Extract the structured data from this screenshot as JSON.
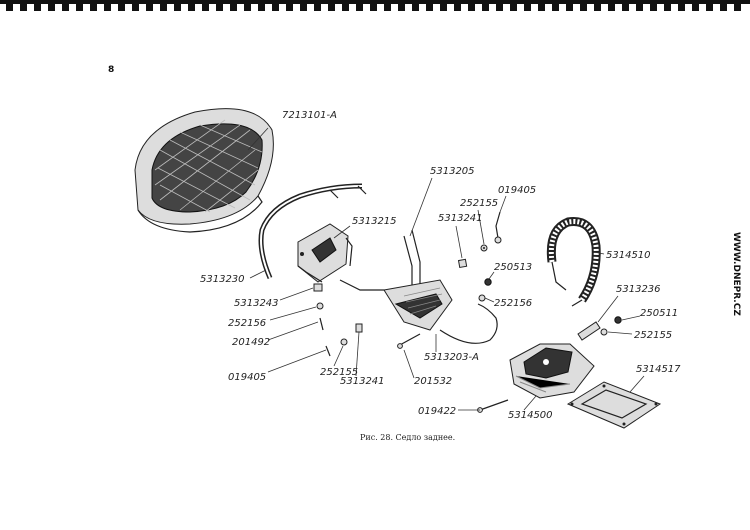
{
  "page_number": "8",
  "caption": "Рис. 28. Седло заднее.",
  "watermark": "WWW.DNEPR.CZ",
  "parts": [
    {
      "id": "saddle",
      "number": "7213101-А"
    },
    {
      "id": "rear-handle",
      "number": "5313230"
    },
    {
      "id": "bracket",
      "number": "5313215"
    },
    {
      "id": "frame-upper",
      "number": "5313205"
    },
    {
      "id": "bolt-top",
      "number": "019405"
    },
    {
      "id": "washer-top",
      "number": "252155"
    },
    {
      "id": "plate-top",
      "number": "5313241"
    },
    {
      "id": "nut-top",
      "number": "250513"
    },
    {
      "id": "washer-mid",
      "number": "252156"
    },
    {
      "id": "spring",
      "number": "5314510"
    },
    {
      "id": "sleeve",
      "number": "5313236"
    },
    {
      "id": "nut-right",
      "number": "250511"
    },
    {
      "id": "washer-right",
      "number": "252155"
    },
    {
      "id": "pad-plate",
      "number": "5313243"
    },
    {
      "id": "washer-left",
      "number": "252156"
    },
    {
      "id": "screw-left",
      "number": "201492"
    },
    {
      "id": "bolt-left",
      "number": "019405"
    },
    {
      "id": "washer-bottom",
      "number": "252155"
    },
    {
      "id": "plate-bottom",
      "number": "5313241"
    },
    {
      "id": "frame-lower",
      "number": "5313203-А"
    },
    {
      "id": "bolt-long",
      "number": "201532"
    },
    {
      "id": "bolt-bottom",
      "number": "019422"
    },
    {
      "id": "base",
      "number": "5314500"
    },
    {
      "id": "gasket",
      "number": "5314517"
    }
  ]
}
